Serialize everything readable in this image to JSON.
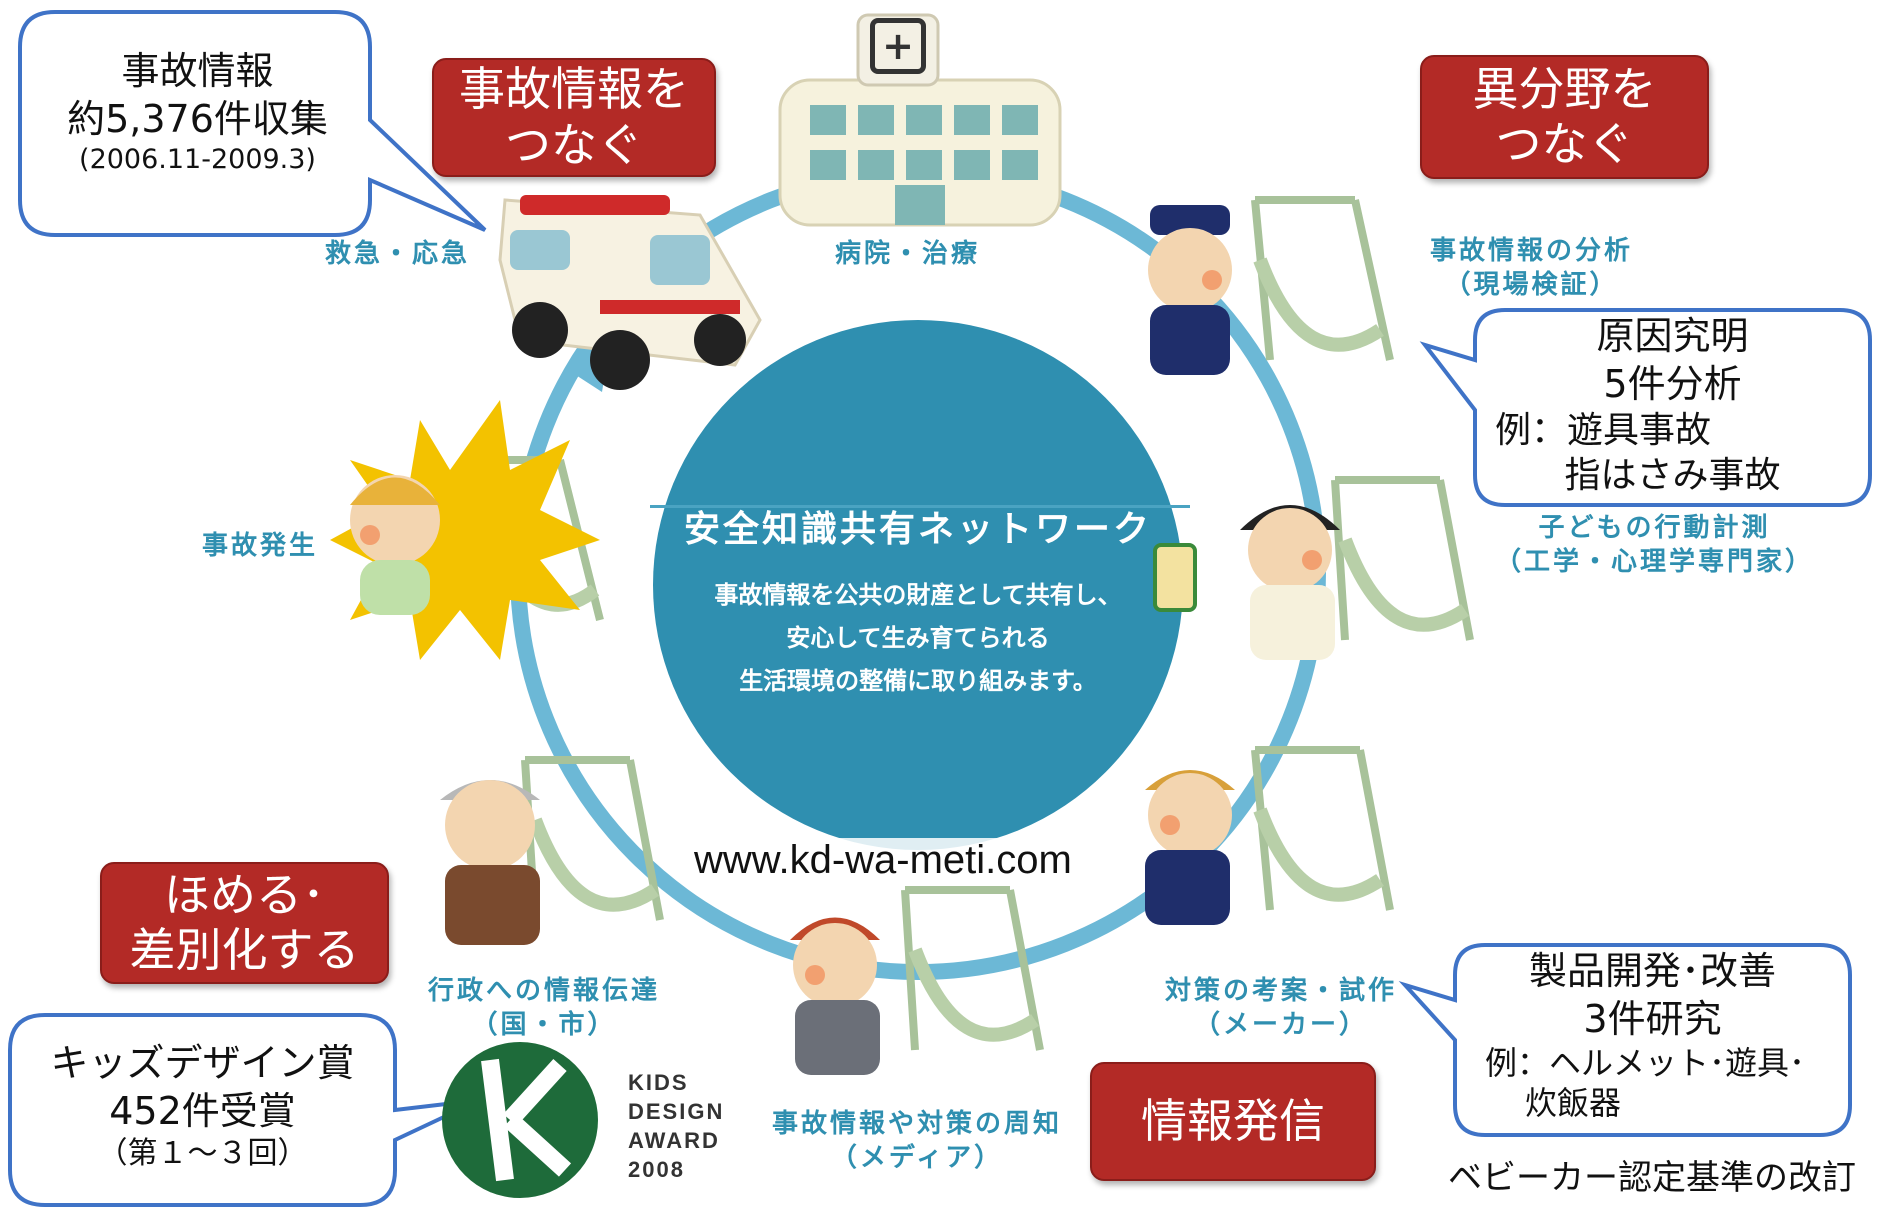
{
  "center": {
    "title": "安全知識共有ネットワーク",
    "lines": [
      "事故情報を公共の財産として共有し、",
      "安心して生み育てられる",
      "生活環境の整備に取り組みます。"
    ]
  },
  "url": "www.kd-wa-meti.com",
  "stations": {
    "emergency": "救急・応急",
    "hospital": "病院・治療",
    "analysis": [
      "事故情報の分析",
      "（現場検証）"
    ],
    "measurement": [
      "子どもの行動計測",
      "（工学・心理学専門家）"
    ],
    "countermeasure": [
      "対策の考案・試作",
      "（メーカー）"
    ],
    "media": [
      "事故情報や対策の周知",
      "（メディア）"
    ],
    "government": [
      "行政への情報伝達",
      "（国・市）"
    ],
    "accident": "事故発生"
  },
  "red_labels": {
    "connect_info": [
      "事故情報を",
      "つなぐ"
    ],
    "connect_fields": [
      "異分野を",
      "つなぐ"
    ],
    "praise": [
      "ほめる･",
      "差別化する"
    ],
    "publish": "情報発信"
  },
  "callouts": {
    "accident_info": [
      "事故情報",
      "約5,376件収集",
      "(2006.11-2009.3)"
    ],
    "cause": [
      "原因究明",
      "5件分析",
      "例：遊具事故",
      "指はさみ事故"
    ],
    "product": [
      "製品開発･改善",
      "3件研究",
      "例：ヘルメット･遊具･",
      "炊飯器"
    ],
    "award": [
      "キッズデザイン賞",
      "452件受賞",
      "（第１～３回）"
    ]
  },
  "logo": {
    "letter": "K",
    "lines": [
      "KIDS",
      "DESIGN",
      "AWARD",
      "2008"
    ]
  },
  "footnote": "ベビーカー認定基準の改訂",
  "hospital_sign": "+",
  "colors": {
    "ring": "#6cb8d6",
    "center_circle": "#2f8fb0",
    "red_label": "#b32a26",
    "callout_border": "#3f73c7",
    "caption": "#2f8fb0",
    "logo_green": "#1e6b3a"
  }
}
